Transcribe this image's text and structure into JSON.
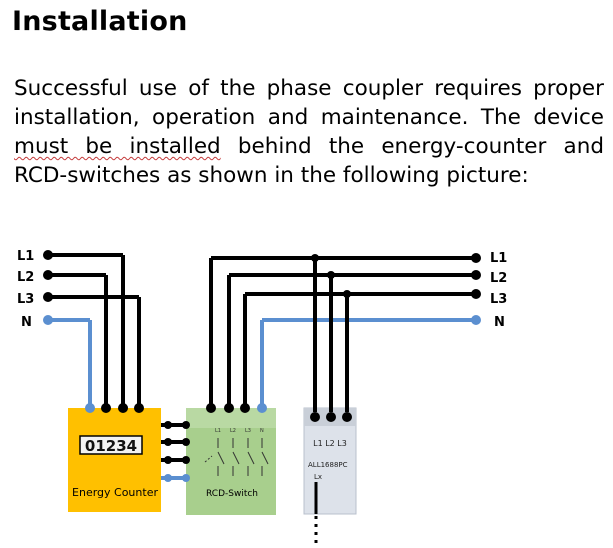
{
  "document": {
    "title": "Installation",
    "paragraph": {
      "line1": "Successful use of the phase coupler requires proper",
      "line2": "installation, operation and maintenance. The device",
      "line3_flagged": "must be installed",
      "line3_rest": " behind the energy-counter and",
      "line4": "RCD-switches as shown in the following picture:"
    }
  },
  "diagram": {
    "left_labels": [
      "L1",
      "L2",
      "L3",
      "N"
    ],
    "right_labels": [
      "L1",
      "L2",
      "L3",
      "N"
    ],
    "energy_counter": {
      "display": "01234",
      "label": "Energy Counter"
    },
    "rcd_switch": {
      "terminal_labels": [
        "L1",
        "L2",
        "L3",
        "N"
      ],
      "label": "RCD-Switch"
    },
    "coupler": {
      "terminals": "L1  L2  L3",
      "model": "ALL1688PC",
      "output": "Lx"
    },
    "colors": {
      "phase_wire": "#000000",
      "neutral_wire": "#5b8fd0",
      "energy_counter": "#ffc000",
      "rcd_switch": "#a8cf8d",
      "coupler": "#dde2ea",
      "squiggle": "#c43a3a"
    }
  }
}
